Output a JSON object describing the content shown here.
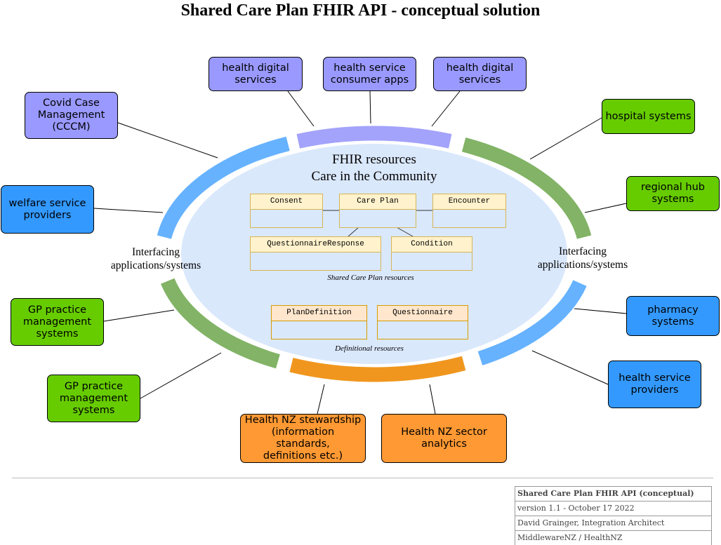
{
  "title": "Shared Care Plan FHIR API - conceptual solution",
  "colors": {
    "purple_box": "#9999ff",
    "green_box": "#66cc00",
    "blue_box": "#3399ff",
    "orange_box": "#ff9933",
    "purple_arc": "#a3a3fb",
    "green_arc": "#82b366",
    "blue_arc": "#66b2ff",
    "orange_arc": "#f0961e",
    "core_fill": "#dae8fc"
  },
  "core": {
    "title_line1": "FHIR resources",
    "title_line2": "Care in the Community"
  },
  "interfacing": {
    "left": [
      "Interfacing",
      "applications/systems"
    ],
    "right": [
      "Interfacing",
      "applications/systems"
    ]
  },
  "systems": {
    "hds1": [
      "health digital",
      "services"
    ],
    "consumer": [
      "health service",
      "consumer apps"
    ],
    "hds2": [
      "health digital",
      "services"
    ],
    "cccm": [
      "Covid Case",
      "Management",
      "(CCCM)"
    ],
    "hospital": [
      "hospital systems"
    ],
    "regional": [
      "regional hub",
      "systems"
    ],
    "welfare": [
      "welfare service",
      "providers"
    ],
    "pharmacy": [
      "pharmacy",
      "systems"
    ],
    "hsp": [
      "health service",
      "providers"
    ],
    "gp1": [
      "GP practice",
      "management",
      "systems"
    ],
    "gp2": [
      "GP practice",
      "management",
      "systems"
    ],
    "stewardship": [
      "Health NZ stewardship",
      "(information standards,",
      "definitions etc.)"
    ],
    "analytics": [
      "Health NZ sector",
      "analytics"
    ]
  },
  "resources": {
    "shared": [
      "Consent",
      "Care Plan",
      "Encounter",
      "QuestionnaireResponse",
      "Condition"
    ],
    "shared_caption": "Shared Care Plan resources",
    "definitional": [
      "PlanDefinition",
      "Questionnaire"
    ],
    "definitional_caption": "Definitional resources"
  },
  "footer_table": [
    "Shared Care Plan FHIR API (conceptual)",
    "version 1.1 - October 17 2022",
    "David Grainger, Integration Architect",
    "MiddlewareNZ / HealthNZ"
  ]
}
